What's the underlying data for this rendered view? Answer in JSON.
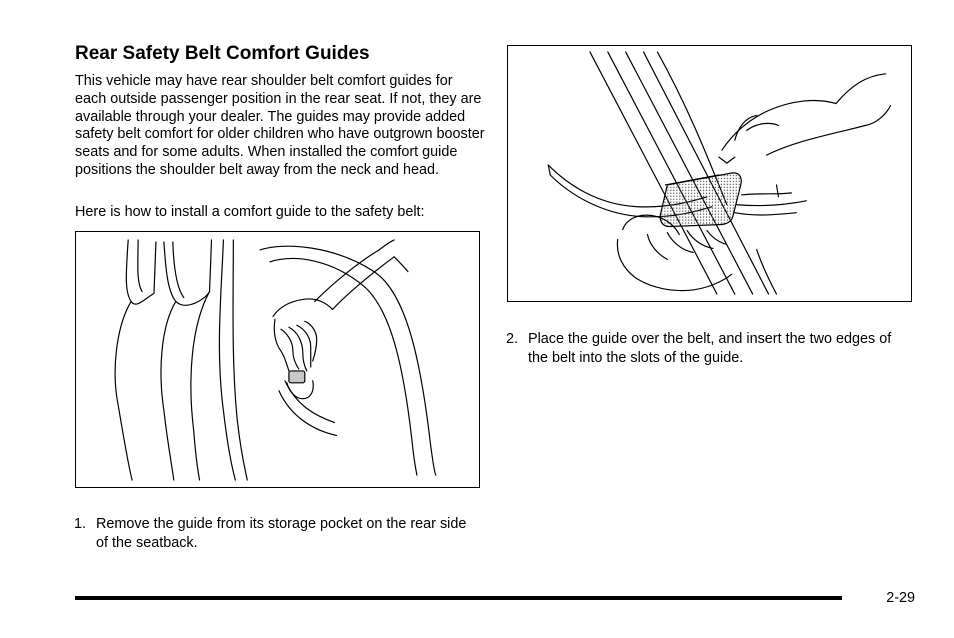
{
  "section": {
    "title": "Rear Safety Belt Comfort Guides",
    "intro": "This vehicle may have rear shoulder belt comfort guides for each outside passenger position in the rear seat. If not, they are available through your dealer. The guides may provide added safety belt comfort for older children who have outgrown booster seats and for some adults. When installed the comfort guide positions the shoulder belt away from the neck and head.",
    "lead_in": "Here is how to install a comfort guide to the safety belt:"
  },
  "steps": [
    {
      "number": "1.",
      "text": "Remove the guide from its storage pocket on the rear side of the seatback."
    },
    {
      "number": "2.",
      "text": "Place the guide over the belt, and insert the two edges of the belt into the slots of the guide."
    }
  ],
  "footer": {
    "page_number": "2-29"
  }
}
